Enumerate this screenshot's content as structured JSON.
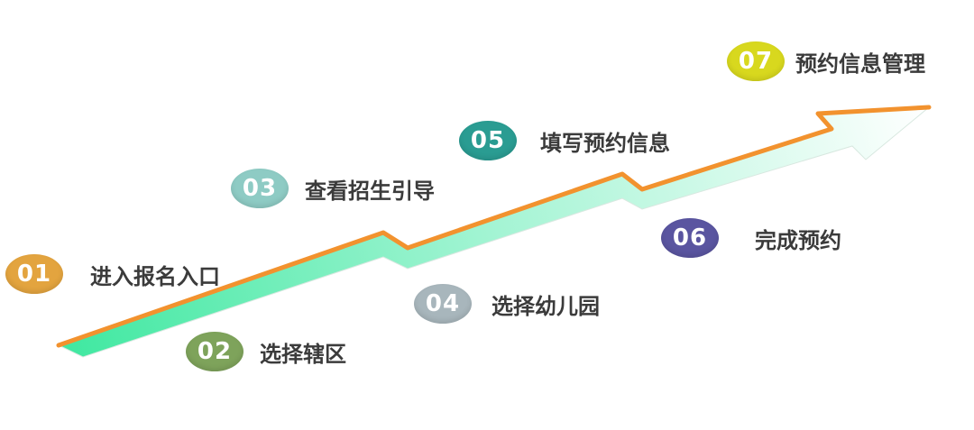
{
  "colors": {
    "arrow_fill_start": "#3ee8a0",
    "arrow_fill_end": "#ffffff",
    "arrow_edge": "#f2922e"
  },
  "steps": [
    {
      "number": "01",
      "label": "进入报名入口",
      "color": "#e3a43f"
    },
    {
      "number": "02",
      "label": "选择辖区",
      "color": "#7ea35b"
    },
    {
      "number": "03",
      "label": "查看招生引导",
      "color": "#8ecbc4"
    },
    {
      "number": "04",
      "label": "选择幼儿园",
      "color": "#a8b6bc"
    },
    {
      "number": "05",
      "label": "填写预约信息",
      "color": "#2a9c92"
    },
    {
      "number": "06",
      "label": "完成预约",
      "color": "#5a55a0"
    },
    {
      "number": "07",
      "label": "预约信息管理",
      "color": "#d8d81e"
    }
  ]
}
